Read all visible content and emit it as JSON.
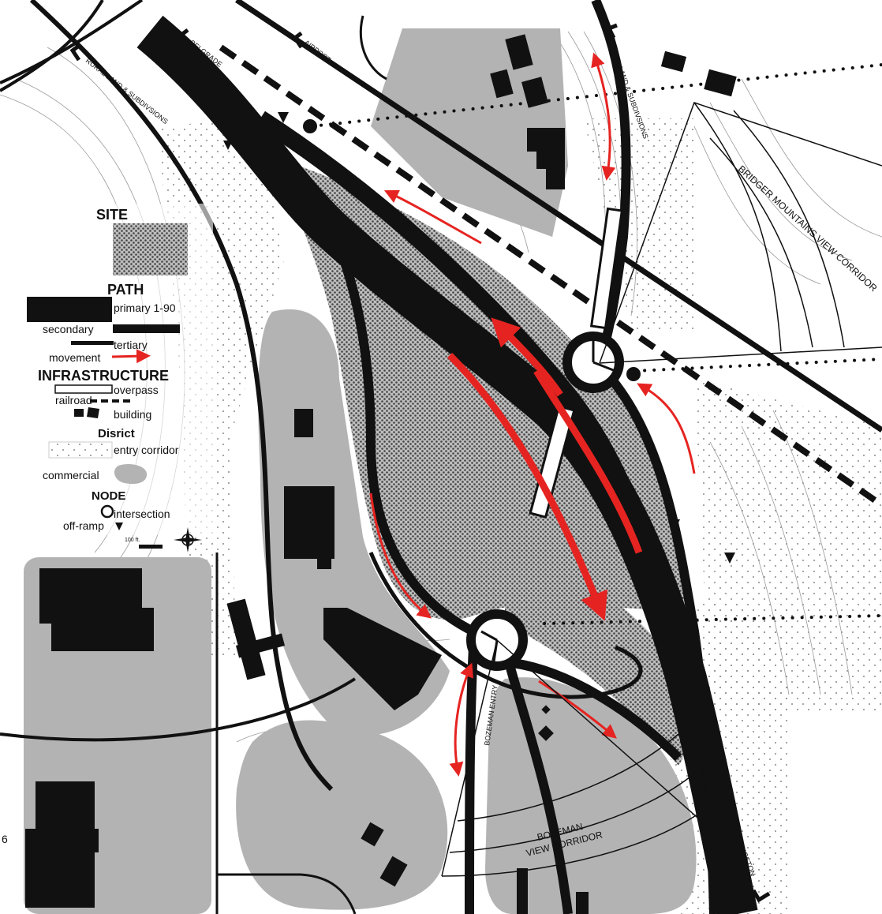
{
  "labels": {
    "belgrade": "BELGRADE",
    "airport": "AIRPORT",
    "rural_left": "RURAL LAND & SUBDIVSIONS",
    "rural_right": "RURAL LAND & SUBDIVSIONS",
    "bridger": "BRIDGER MOUNTAINS VIEW CORRIDOR",
    "bozeman_entry": "BOZEMAN ENTRY",
    "bozeman_view_1": "BOZEMAN",
    "bozeman_view_2": "VIEW CORRIDOR",
    "livingston": "LIVINGSTON",
    "page_number": "6"
  },
  "legend": {
    "site_heading": "SITE",
    "path_heading": "PATH",
    "primary": "primary 1-90",
    "secondary": "secondary",
    "tertiary": "tertiary",
    "movement": "movement",
    "infrastructure_heading": "INFRASTRUCTURE",
    "overpass": "overpass",
    "railroad": "railroad",
    "building": "building",
    "district_heading": "Disrict",
    "entry_corridor": "entry corridor",
    "commercial": "commercial",
    "node_heading": "NODE",
    "intersection": "intersection",
    "off_ramp": "off-ramp",
    "scale": "100 ft."
  },
  "colors": {
    "road": "#111111",
    "commercial": "#b3b3b3",
    "movement": "#e52421",
    "contour": "#9a9a9a",
    "site_dots": "#444444"
  }
}
